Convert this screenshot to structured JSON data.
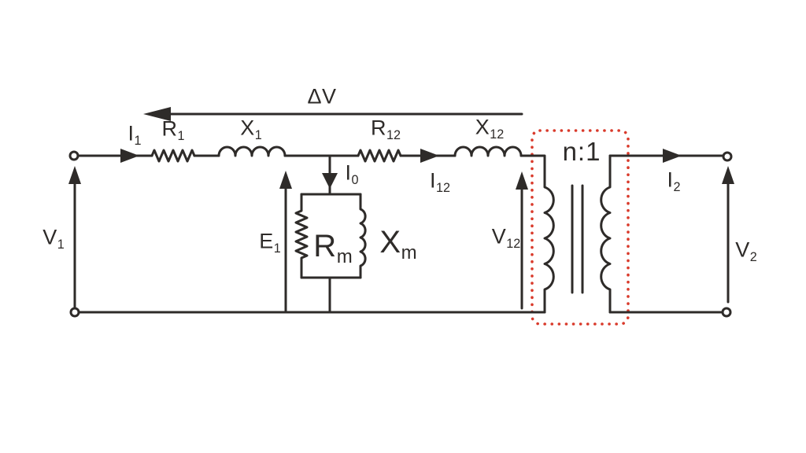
{
  "diagram": {
    "type": "transformer-equivalent-circuit",
    "labels": {
      "i1": {
        "base": "I",
        "sub": "1"
      },
      "r1": {
        "base": "R",
        "sub": "1"
      },
      "x1": {
        "base": "X",
        "sub": "1"
      },
      "dv": {
        "base": "ΔV",
        "sub": ""
      },
      "r12": {
        "base": "R",
        "sub": "12"
      },
      "i12": {
        "base": "I",
        "sub": "12"
      },
      "x12": {
        "base": "X",
        "sub": "12"
      },
      "i0": {
        "base": "I",
        "sub": "0"
      },
      "e1": {
        "base": "E",
        "sub": "1"
      },
      "rm": {
        "base": "R",
        "sub": "m"
      },
      "xm": {
        "base": "X",
        "sub": "m"
      },
      "v1": {
        "base": "V",
        "sub": "1"
      },
      "v12": {
        "base": "V",
        "sub": "12"
      },
      "ratio": {
        "base": "n:1",
        "sub": ""
      },
      "i2": {
        "base": "I",
        "sub": "2"
      },
      "v2": {
        "base": "V",
        "sub": "2"
      }
    },
    "colors": {
      "ink": "#2e2b29",
      "accent": "#d93a2b",
      "bg": "#ffffff"
    }
  }
}
